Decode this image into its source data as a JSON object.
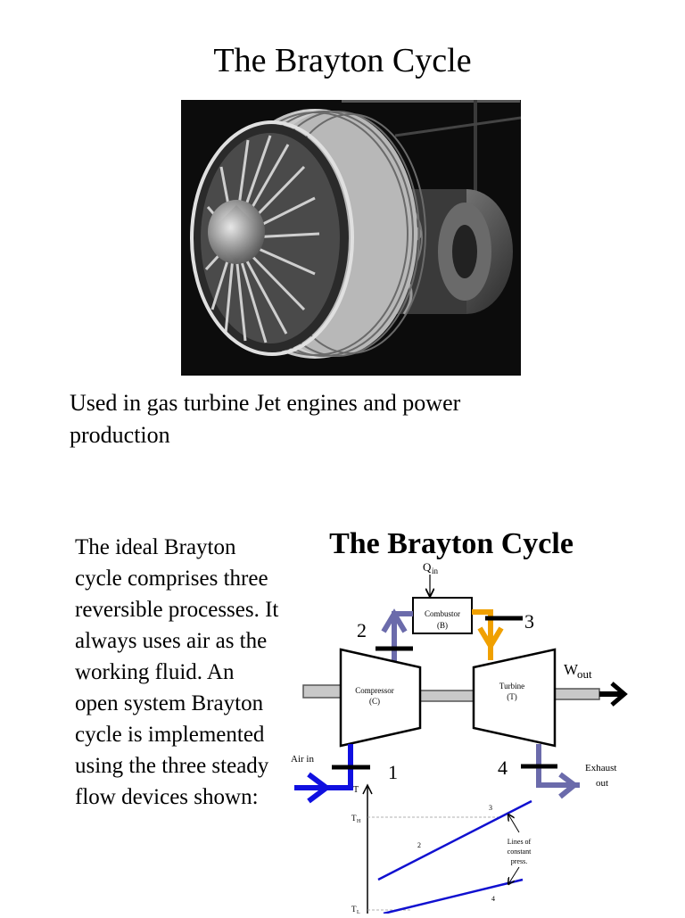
{
  "page": {
    "title": "The Brayton Cycle",
    "caption": "Used in gas turbine Jet engines and power production",
    "body": "The ideal Brayton cycle comprises three reversible processes. It always uses air as the working fluid. An open system Brayton cycle is implemented using the three steady flow devices shown:"
  },
  "photo": {
    "subject": "turbofan jet engine photograph"
  },
  "diagram": {
    "title": "The Brayton Cycle",
    "q_in": "Q",
    "q_in_sub": "in",
    "combustor_label": "Combustor",
    "combustor_abbr": "(B)",
    "compressor_label": "Compressor",
    "compressor_abbr": "(C)",
    "turbine_label": "Turbine",
    "turbine_abbr": "(T)",
    "w_out": "W",
    "w_out_sub": "out",
    "air_in": "Air in",
    "exhaust_line1": "Exhaust",
    "exhaust_line2": "out",
    "state_1": "1",
    "state_2": "2",
    "state_3": "3",
    "state_4": "4",
    "ts_axis_t": "T",
    "ts_th": "T",
    "ts_th_sub": "H",
    "ts_tl": "T",
    "ts_tl_sub": "L",
    "ts_point_2": "2",
    "ts_point_3": "3",
    "ts_point_4": "4",
    "ts_note_line1": "Lines of",
    "ts_note_line2": "constant",
    "ts_note_line3": "press.",
    "colors": {
      "compressor_flow": "#6b6bab",
      "cold_inlet": "#1010e0",
      "hot_flow": "#f0a000",
      "pressure_line": "#1010d0"
    }
  }
}
